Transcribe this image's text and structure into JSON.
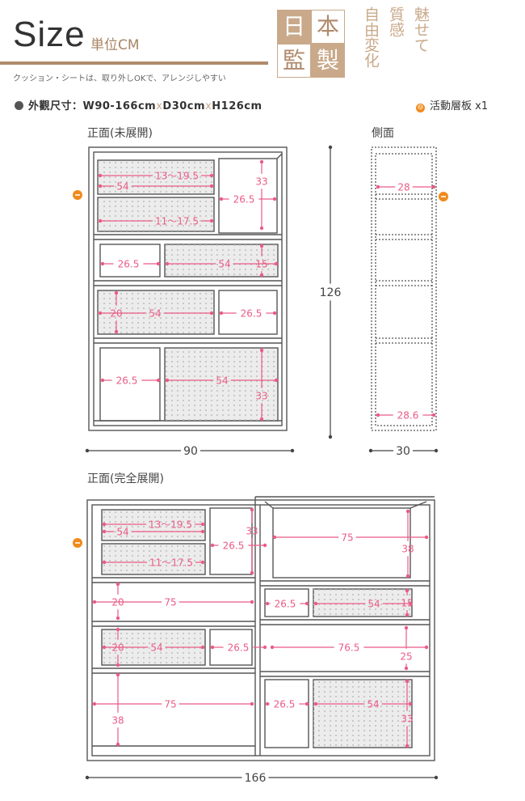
{
  "header": {
    "title_word": "Size",
    "unit_label": "単位CM",
    "subtitle": "クッション・シートは、取り外しOKで、アレンジしやすい",
    "badge_chars": [
      "日",
      "本",
      "監",
      "製"
    ],
    "tagline_cols": [
      "魅せて",
      "質感",
      "自由変化"
    ]
  },
  "specs": {
    "dimensions_parts": [
      "外觀尺寸：W90-166cm",
      "x",
      "D30cm",
      "x",
      "H126cm"
    ],
    "shelf_mark": "⊖",
    "shelf_note": "活動層板 x1"
  },
  "views": {
    "front_closed_title": "正面(未展開)",
    "side_title": "側面",
    "front_open_title": "正面(完全展開)"
  },
  "closed": {
    "labels": [
      "13～19.5",
      "54",
      "33",
      "26.5",
      "11～17.5",
      "26.5",
      "54",
      "15",
      "20",
      "54",
      "26.5",
      "26.5",
      "54",
      "33"
    ],
    "width": "90",
    "height": "126"
  },
  "side": {
    "labels": [
      "28",
      "28.6"
    ],
    "depth": "30"
  },
  "open": {
    "labels": [
      "13～19.5",
      "54",
      "33",
      "26.5",
      "11～17.5",
      "75",
      "38",
      "20",
      "75",
      "26.5",
      "54",
      "15",
      "20",
      "54",
      "26.5",
      "76.5",
      "25",
      "75",
      "38",
      "26.5",
      "54",
      "33"
    ],
    "width": "166"
  },
  "colors": {
    "accent": "#c9a98a",
    "dimension": "#ea5b86",
    "frame": "#555555",
    "orange": "#f08a1c"
  }
}
